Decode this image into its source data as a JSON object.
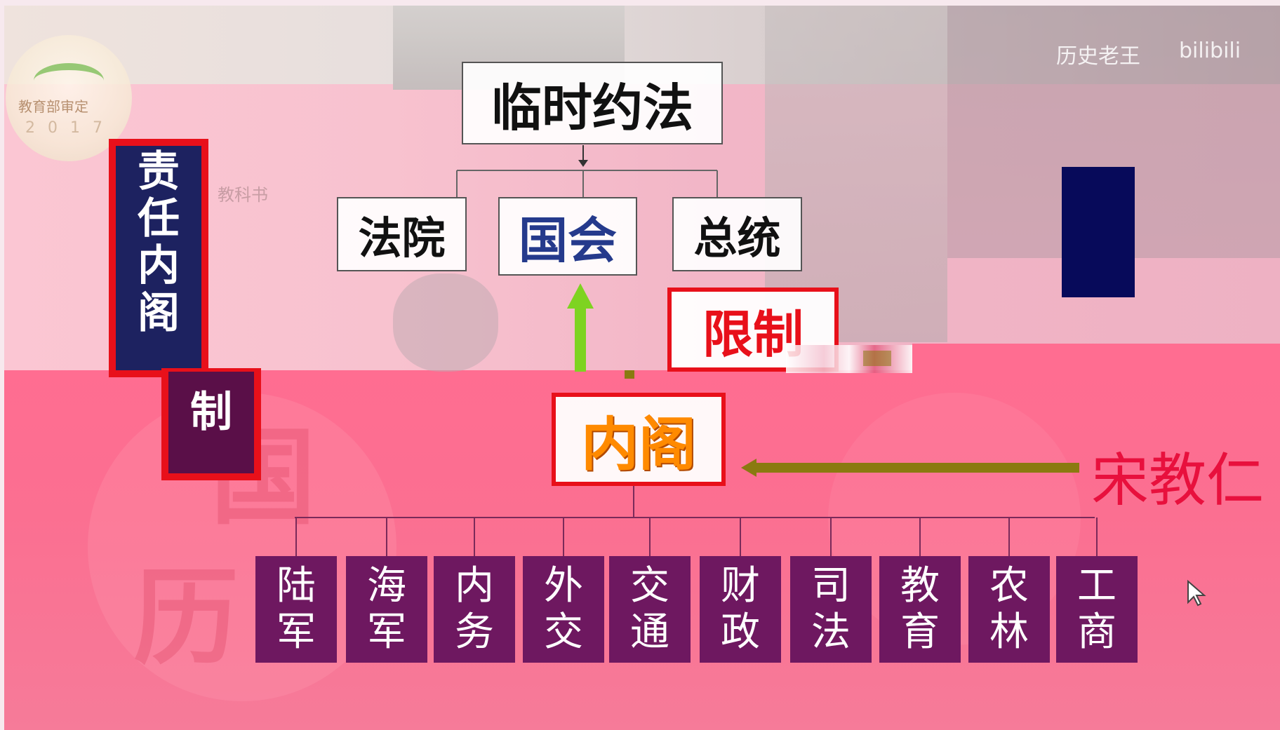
{
  "watermark": {
    "channel": "历史老王",
    "site": "bilibili"
  },
  "logo": {
    "text": "教育部审定",
    "year": "2017"
  },
  "background_hint": "教科书",
  "sidebar_title": {
    "text": "责任内阁制",
    "chars": [
      "责",
      "任",
      "内",
      "阁",
      "制"
    ]
  },
  "root": {
    "label": "临时约法"
  },
  "branches": {
    "court": "法院",
    "parliament": "国会",
    "president": "总统"
  },
  "restrict_label": "限制",
  "cabinet": {
    "label": "内阁"
  },
  "person": {
    "label": "宋教仁"
  },
  "departments": [
    {
      "label": "陆军",
      "chars": [
        "陆",
        "军"
      ]
    },
    {
      "label": "海军",
      "chars": [
        "海",
        "军"
      ]
    },
    {
      "label": "内务",
      "chars": [
        "内",
        "务"
      ]
    },
    {
      "label": "外交",
      "chars": [
        "外",
        "交"
      ]
    },
    {
      "label": "交通",
      "chars": [
        "交",
        "通"
      ]
    },
    {
      "label": "财政",
      "chars": [
        "财",
        "政"
      ]
    },
    {
      "label": "司法",
      "chars": [
        "司",
        "法"
      ]
    },
    {
      "label": "教育",
      "chars": [
        "教",
        "育"
      ]
    },
    {
      "label": "农林",
      "chars": [
        "农",
        "林"
      ]
    },
    {
      "label": "工商",
      "chars": [
        "工",
        "商"
      ]
    }
  ],
  "colors": {
    "navy": "#1d2260",
    "dept_purple": "#6e1860",
    "red_border": "#e8101a",
    "cabinet_orange": "#ff8a00",
    "person_red": "#e8103d",
    "arrow_green": "#7ed321",
    "arrow_olive": "#8a7a10",
    "parliament_blue": "#253a8c"
  },
  "icons": [
    "cursor-icon",
    "arrow-up-icon",
    "arrow-left-icon",
    "arrow-down-icon"
  ]
}
